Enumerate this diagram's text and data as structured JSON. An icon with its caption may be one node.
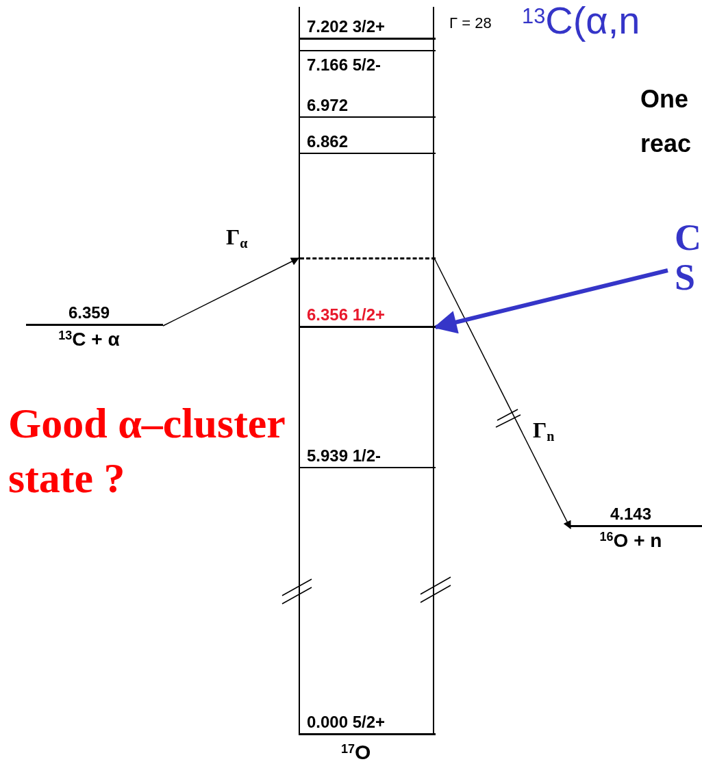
{
  "diagram": {
    "nodes": [
      {
        "text": [
          "6.359",
          "$^{13}$C + α"
        ]
      },
      {
        "text": [
          "$^{17}$O"
        ]
      },
      {
        "text": [
          "7.202 3/2+"
        ],
        "in": 1,
        "beside": [
          "Γ = 28"
        ]
      },
      {
        "text": [
          "7.166 5/2-"
        ],
        "in": 1
      },
      {
        "text": [
          "6.972"
        ],
        "in": 1
      },
      {
        "text": [
          "6.862"
        ],
        "in": 1
      },
      {
        "text": [],
        "shape": "bar",
        "in": 1
      },
      {
        "text": [
          "6.356 1/2+"
        ],
        "in": 1
      },
      {
        "text": [
          "5.939 1/2-"
        ],
        "in": 1
      },
      {
        "text": [
          "0.000 5/2+"
        ],
        "in": 1
      },
      {
        "text": [
          "4.143",
          "$^{16}$O + n"
        ]
      },
      {
        "text": [
          "C S"
        ]
      }
    ],
    "edges": [
      {
        "from": 0,
        "to": 6,
        "arrow": "to",
        "label": "Γ$_{α}$"
      },
      {
        "from": 6,
        "to": 10,
        "arrow": "to",
        "label": "Γ$_{n}$"
      },
      {
        "from": 11,
        "to": 7,
        "arrow": "to",
        "style": "thick",
        "color": "#3535c8"
      }
    ],
    "labels": [
      "$^{13}$C(α,n",
      "One",
      "reac",
      "Good α–cluster state ?"
    ]
  }
}
